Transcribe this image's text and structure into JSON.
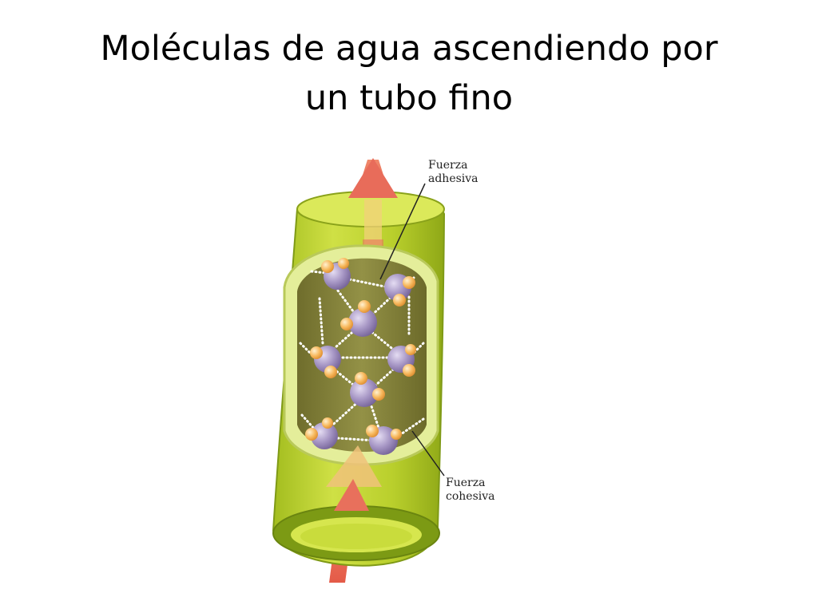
{
  "slide": {
    "title_lines": [
      "Moléculas de agua ascendiendo por",
      "un tubo fino"
    ]
  },
  "diagram": {
    "labels": {
      "adhesive": [
        "Fuerza",
        "adhesiva"
      ],
      "cohesive": [
        "Fuerza",
        "cohesiva"
      ]
    },
    "icons": [
      "up-arrow-icon",
      "water-molecule-icon"
    ],
    "colors": {
      "tube": "#b7cc2a",
      "tube_dark": "#6f8a12",
      "water": "#8a8a3a",
      "oxygen": "#9a88b8",
      "hydrogen": "#f6b45a",
      "arrow": "#e86c5a",
      "arrow_light": "#f2c98a",
      "hydrogen_bond": "#ffffff"
    }
  }
}
